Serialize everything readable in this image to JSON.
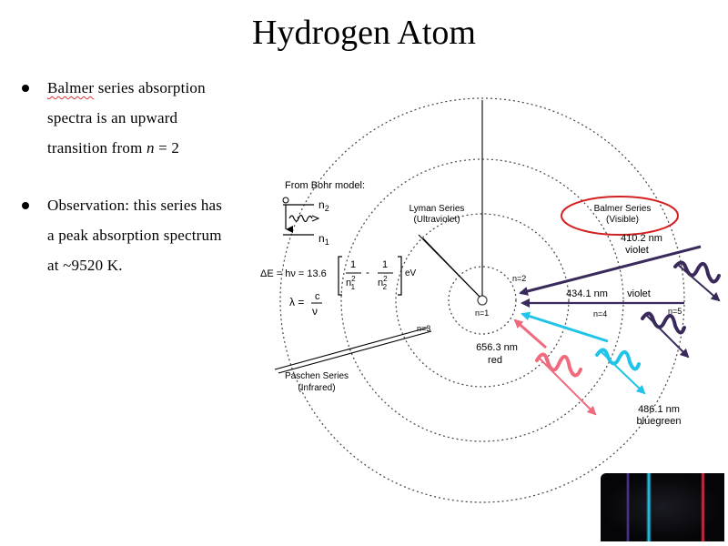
{
  "slide": {
    "title": "Hydrogen Atom"
  },
  "bullets": {
    "b1": {
      "lines": [
        "spectra is an upward",
        "transition from"
      ],
      "first_word": "Balmer",
      "first_rest": " series absorption",
      "n_label": "n",
      "n_value": " = 2"
    },
    "b2": {
      "lines": [
        "Observation: this series has",
        "a peak absorption spectrum",
        "at ~9520 K."
      ]
    }
  },
  "diagram": {
    "bohr": {
      "heading": "From Bohr model:",
      "n2": "n",
      "n2_sub": "2",
      "n1": "n",
      "n1_sub": "1",
      "energy_prefix": "ΔE = hν = 13.6",
      "frac_one": "1",
      "n1sq": "n",
      "n1sq_sup": "2",
      "n1sq_sub": "1",
      "minus": "-",
      "n2sq": "n",
      "n2sq_sup": "2",
      "n2sq_sub": "2",
      "unit": "eV",
      "lambda_eq": "λ =",
      "c": "c",
      "nu": "ν"
    },
    "series": {
      "lyman": [
        "Lyman Series",
        "(Ultraviolet)"
      ],
      "balmer": [
        "Balmer Series",
        "(Visible)"
      ],
      "paschen": [
        "Paschen Series",
        "(Infrared)"
      ]
    },
    "levels": {
      "n1": "n=1",
      "n2": "n=2",
      "n3": "n=3",
      "n4": "n=4",
      "n5": "n=5"
    },
    "wavelengths": {
      "violet1": [
        "410.2 nm",
        "violet"
      ],
      "violet2_nm": "434.1 nm",
      "violet2_color": "violet",
      "red": [
        "656.3 nm",
        "red"
      ],
      "bluegreen": [
        "486.1 nm",
        "bluegreen"
      ]
    },
    "colors": {
      "violet": "#3a2a5c",
      "cyan": "#1fc4e8",
      "red": "#ee6a7c",
      "balmer_ellipse": "#d42020"
    }
  },
  "spectrum_image": {
    "lines": [
      "violet",
      "cyan",
      "red"
    ]
  }
}
